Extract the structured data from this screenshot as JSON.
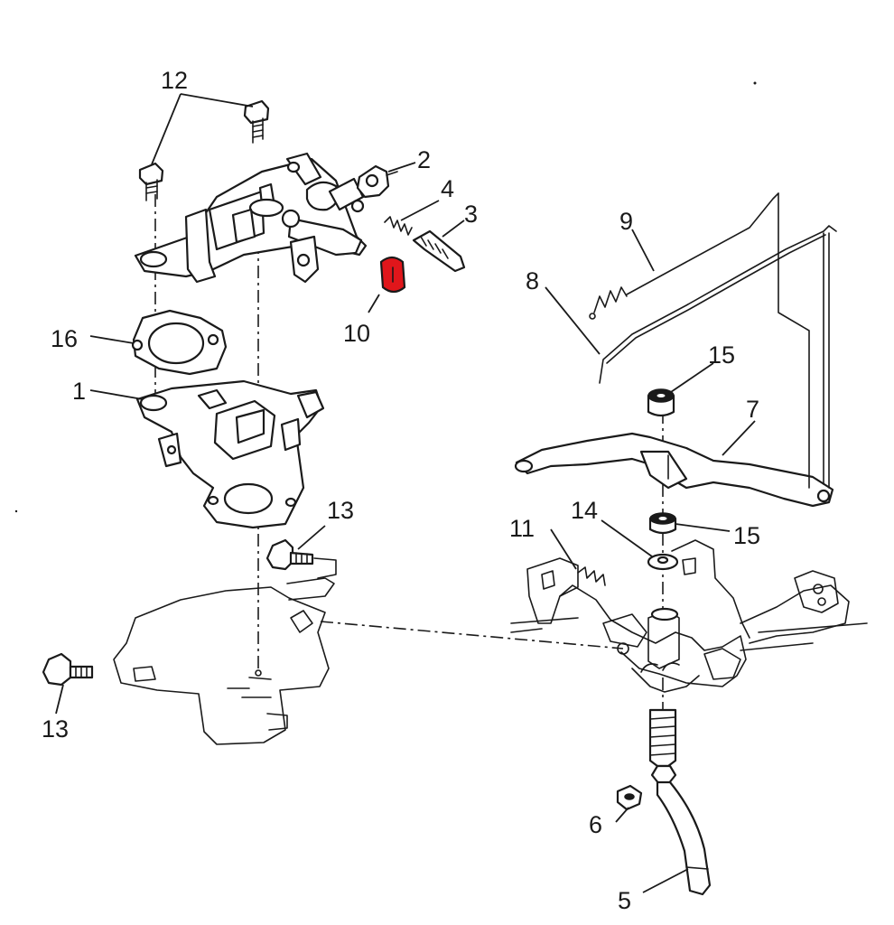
{
  "callouts": [
    {
      "id": "c1",
      "text": "1"
    },
    {
      "id": "c2",
      "text": "2"
    },
    {
      "id": "c3",
      "text": "3"
    },
    {
      "id": "c4",
      "text": "4"
    },
    {
      "id": "c5",
      "text": "5"
    },
    {
      "id": "c6",
      "text": "6"
    },
    {
      "id": "c7",
      "text": "7"
    },
    {
      "id": "c8",
      "text": "8"
    },
    {
      "id": "c9",
      "text": "9"
    },
    {
      "id": "c10",
      "text": "10"
    },
    {
      "id": "c11",
      "text": "11"
    },
    {
      "id": "c12",
      "text": "12"
    },
    {
      "id": "c13a",
      "text": "13"
    },
    {
      "id": "c13b",
      "text": "13"
    },
    {
      "id": "c14",
      "text": "14"
    },
    {
      "id": "c15a",
      "text": "15"
    },
    {
      "id": "c15b",
      "text": "15"
    },
    {
      "id": "c16",
      "text": "16"
    }
  ],
  "highlight_color": "#e0161b",
  "line_color": "#1a1a1a"
}
